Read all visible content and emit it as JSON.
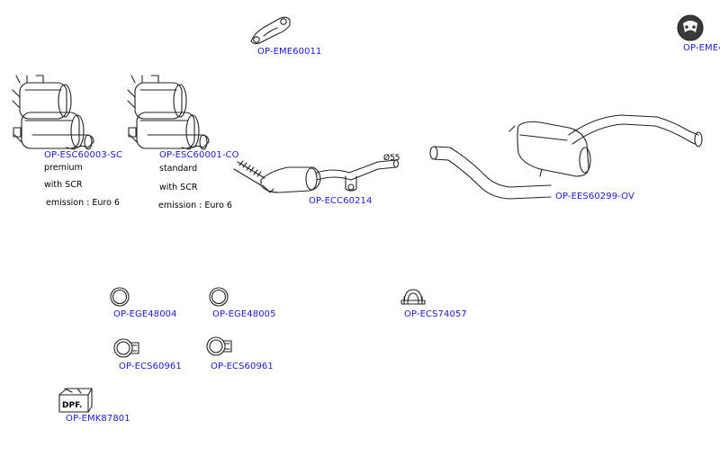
{
  "parts": [
    {
      "code": "OP-EME60011"
    },
    {
      "code": "OP-EME4"
    },
    {
      "code": "OP-ESC60003-SC",
      "notes": [
        "premium",
        "with SCR",
        "emission : Euro 6"
      ]
    },
    {
      "code": "OP-ESC60001-CO",
      "notes": [
        "standard",
        "with SCR",
        "emission : Euro 6"
      ]
    },
    {
      "code": "OP-ECC60214",
      "dimension": "Ø55"
    },
    {
      "code": "OP-EES60299-OV"
    },
    {
      "code": "OP-EGE48004"
    },
    {
      "code": "OP-EGE48005"
    },
    {
      "code": "OP-ECS74057"
    },
    {
      "code": "OP-ECS60961"
    },
    {
      "code": "OP-ECS60961"
    },
    {
      "code": "OP-EMK87801",
      "box_label": "DPF."
    }
  ]
}
